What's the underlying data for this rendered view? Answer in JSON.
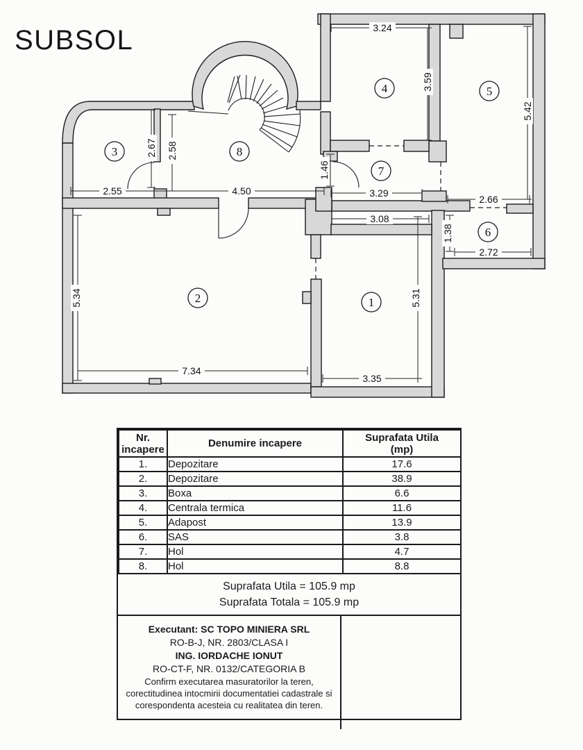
{
  "title": "SUBSOL",
  "plan": {
    "dims": [
      {
        "v": "3.24"
      },
      {
        "v": "3.59"
      },
      {
        "v": "5.42"
      },
      {
        "v": "2.67"
      },
      {
        "v": "2.58"
      },
      {
        "v": "2.55"
      },
      {
        "v": "4.50"
      },
      {
        "v": "1.46"
      },
      {
        "v": "3.29"
      },
      {
        "v": "2.66"
      },
      {
        "v": "3.08"
      },
      {
        "v": "1.38"
      },
      {
        "v": "2.72"
      },
      {
        "v": "5.34"
      },
      {
        "v": "7.34"
      },
      {
        "v": "5.31"
      },
      {
        "v": "3.35"
      }
    ],
    "rooms": [
      {
        "n": "1"
      },
      {
        "n": "2"
      },
      {
        "n": "3"
      },
      {
        "n": "4"
      },
      {
        "n": "5"
      },
      {
        "n": "6"
      },
      {
        "n": "7"
      },
      {
        "n": "8"
      }
    ]
  },
  "table": {
    "headers": {
      "col1_line1": "Nr.",
      "col1_line2": "incapere",
      "col2": "Denumire incapere",
      "col3_line1": "Suprafata Utila",
      "col3_line2": "(mp)"
    },
    "rows": [
      {
        "nr": "1.",
        "name": "Depozitare",
        "area": "17.6"
      },
      {
        "nr": "2.",
        "name": "Depozitare",
        "area": "38.9"
      },
      {
        "nr": "3.",
        "name": "Boxa",
        "area": "6.6"
      },
      {
        "nr": "4.",
        "name": "Centrala termica",
        "area": "11.6"
      },
      {
        "nr": "5.",
        "name": "Adapost",
        "area": "13.9"
      },
      {
        "nr": "6.",
        "name": "SAS",
        "area": "3.8"
      },
      {
        "nr": "7.",
        "name": "Hol",
        "area": "4.7"
      },
      {
        "nr": "8.",
        "name": "Hol",
        "area": "8.8"
      }
    ],
    "totals": [
      "Suprafata Utila = 105.9 mp",
      "Suprafata Totala = 105.9 mp"
    ]
  },
  "executant": {
    "line1": "Executant: SC TOPO MINIERA SRL",
    "line2": "RO-B-J, NR. 2803/CLASA I",
    "line3": "ING. IORDACHE IONUT",
    "line4": "RO-CT-F, NR. 0132/CATEGORIA B",
    "confirm1": "Confirm executarea masuratorilor la teren,",
    "confirm2": "corectitudinea intocmirii documentatiei cadastrale si",
    "confirm3": "corespondenta acesteia cu realitatea din teren."
  }
}
